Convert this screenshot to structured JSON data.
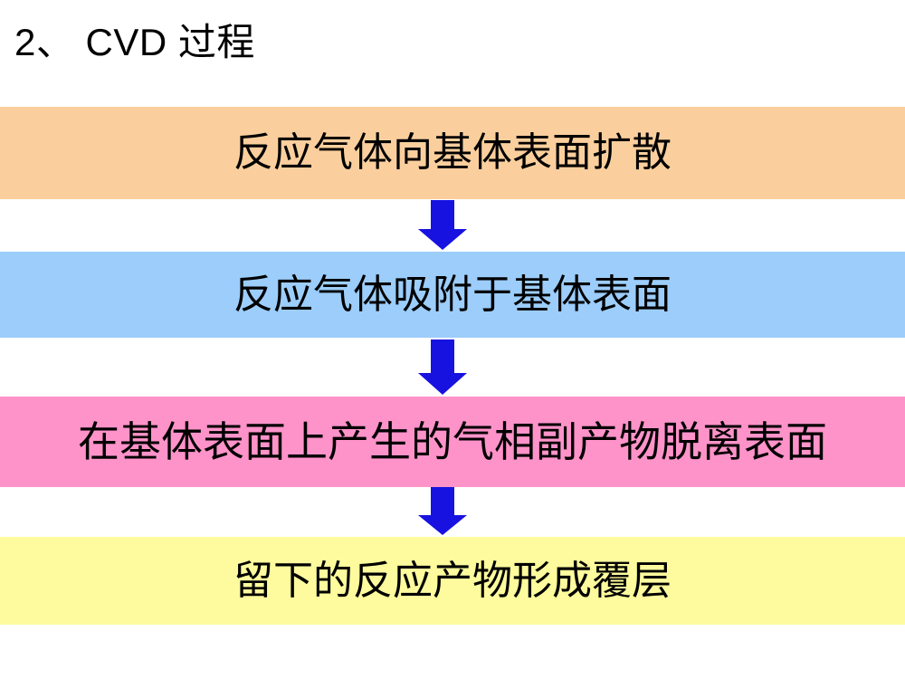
{
  "slide": {
    "title": "2、 CVD 过程",
    "background_color": "#ffffff",
    "arrow_color": "#1712e0"
  },
  "flow": {
    "steps": [
      {
        "index": 1,
        "label": "反应气体向基体表面扩散",
        "background_color": "#fbcf9d"
      },
      {
        "index": 2,
        "label": "反应气体吸附于基体表面",
        "background_color": "#9ccdfb"
      },
      {
        "index": 3,
        "label": "在基体表面上产生的气相副产物脱离表面",
        "background_color": "#fe93ca"
      },
      {
        "index": 4,
        "label": "留下的反应产物形成覆层",
        "background_color": "#fdfb9d"
      }
    ],
    "connectors": [
      {
        "index": 1,
        "icon": "down-arrow-icon",
        "color": "#1712e0"
      },
      {
        "index": 2,
        "icon": "down-arrow-icon",
        "color": "#1712e0"
      },
      {
        "index": 3,
        "icon": "down-arrow-icon",
        "color": "#1712e0"
      }
    ]
  }
}
